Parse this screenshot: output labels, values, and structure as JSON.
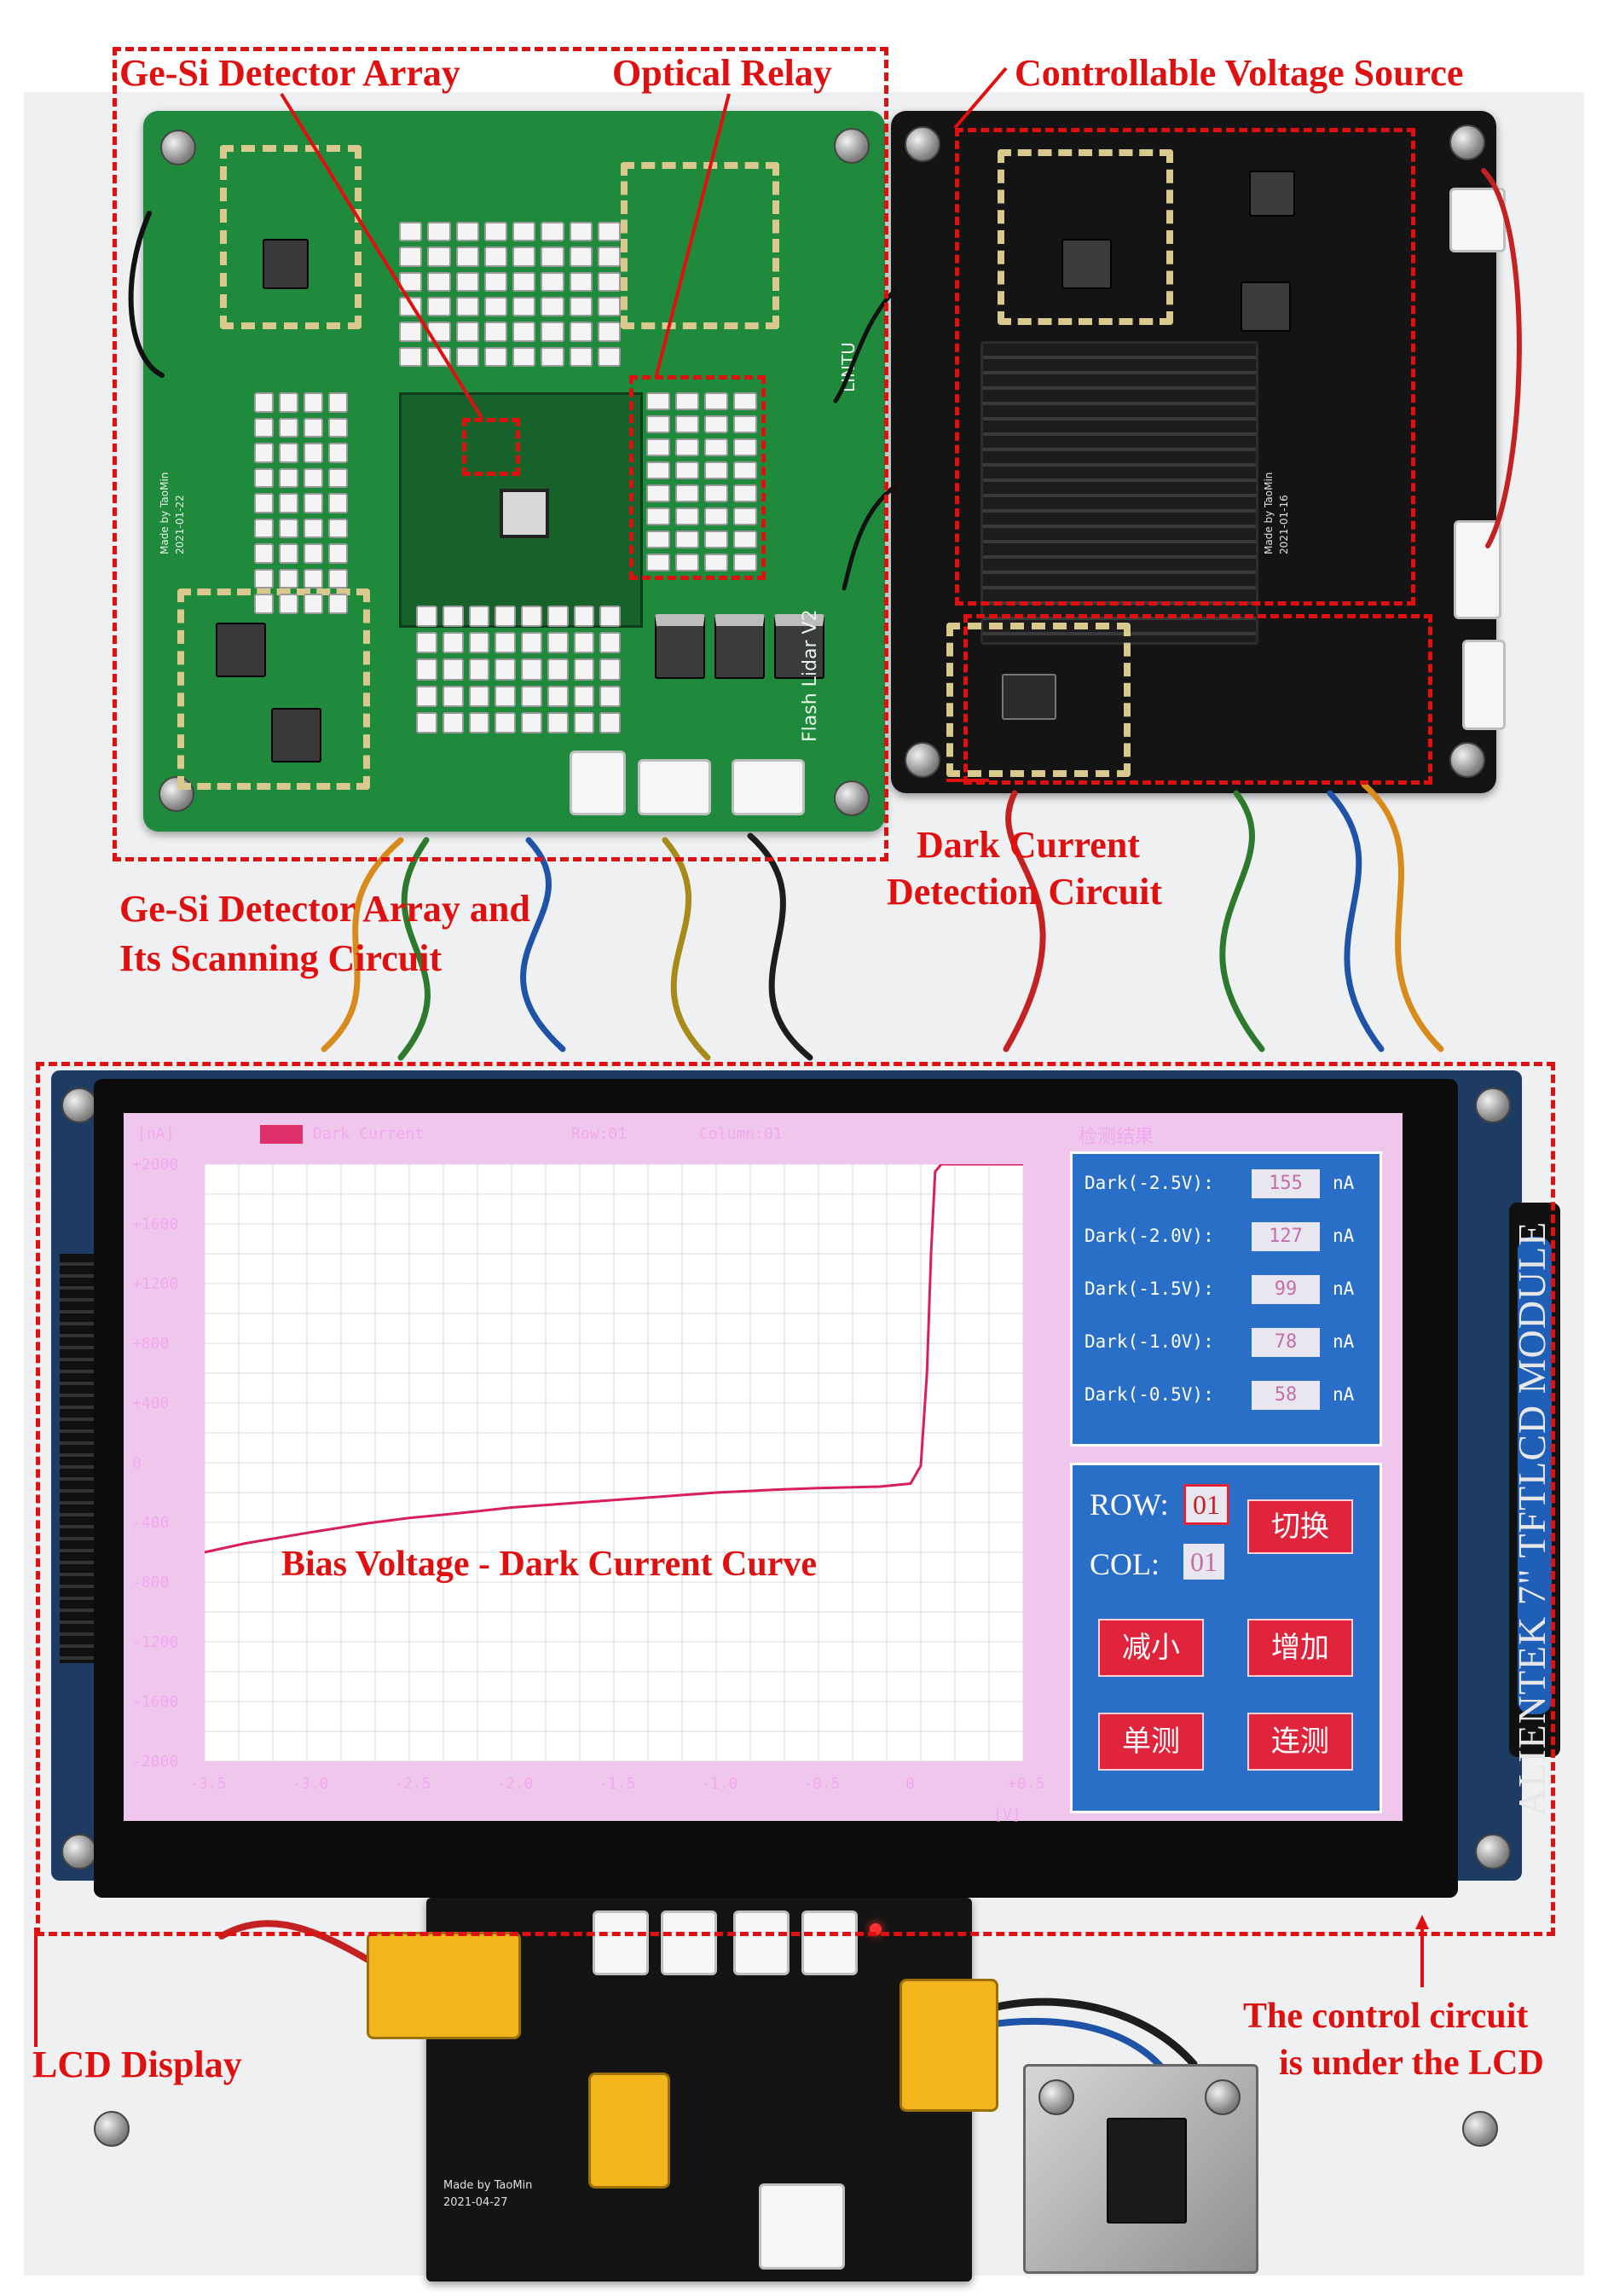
{
  "annotations": {
    "ge_si_array": "Ge-Si Detector Array",
    "optical_relay": "Optical Relay",
    "voltage_source": "Controllable Voltage Source",
    "dark_current_line1": "Dark Current",
    "dark_current_line2": "Detection Circuit",
    "scanning_line1": "Ge-Si Detector Array and",
    "scanning_line2": "Its Scanning Circuit",
    "curve_caption": "Bias Voltage - Dark Current Curve",
    "lcd_display": "LCD Display",
    "control_line1": "The control circuit",
    "control_line2": "is under the LCD"
  },
  "boards": {
    "green_silk_side": "Flash Lidar V2",
    "green_silk_top": "LINTU",
    "green_maker": "Made by TaoMin",
    "green_date": "2021-01-22",
    "black_maker": "Made by TaoMin",
    "black_date": "2021-01-16",
    "control_maker": "Made by TaoMin",
    "control_date": "2021-04-27"
  },
  "lcd": {
    "module_text": "ALIENTEK 7\" TFTLCD MODULE",
    "plot_header": {
      "legend": "Dark Current",
      "row": "Row:01",
      "column": "Column:01"
    },
    "y_unit": "[nA]",
    "x_unit": "[V]",
    "y_ticks": [
      "+2000",
      "+1600",
      "+1200",
      "+800",
      "+400",
      "0",
      "-400",
      "-800",
      "-1200",
      "-1600",
      "-2000"
    ],
    "x_ticks": [
      "-3.5",
      "-3.0",
      "-2.5",
      "-2.0",
      "-1.5",
      "-1.0",
      "-0.5",
      "0",
      "+0.5"
    ],
    "panel_title": "检测结果",
    "readings": [
      {
        "label": "Dark(-2.5V):",
        "value": "155",
        "unit": "nA"
      },
      {
        "label": "Dark(-2.0V):",
        "value": "127",
        "unit": "nA"
      },
      {
        "label": "Dark(-1.5V):",
        "value": "99",
        "unit": "nA"
      },
      {
        "label": "Dark(-1.0V):",
        "value": "78",
        "unit": "nA"
      },
      {
        "label": "Dark(-0.5V):",
        "value": "58",
        "unit": "nA"
      }
    ],
    "row_label": "ROW:",
    "row_value": "01",
    "col_label": "COL:",
    "col_value": "01",
    "buttons": {
      "switch": "切换",
      "decrease": "减小",
      "increase": "增加",
      "single": "单测",
      "continuous": "连测"
    }
  },
  "chart_data": {
    "type": "line",
    "title": "",
    "series": [
      {
        "name": "Dark Current",
        "x": [
          -3.5,
          -3.3,
          -3.0,
          -2.7,
          -2.5,
          -2.2,
          -2.0,
          -1.7,
          -1.5,
          -1.2,
          -1.0,
          -0.7,
          -0.5,
          -0.2,
          -0.05,
          0.0,
          0.03,
          0.05,
          0.07,
          0.1,
          0.5
        ],
        "y": [
          -600,
          -540,
          -470,
          -405,
          -370,
          -330,
          -300,
          -270,
          -250,
          -220,
          -200,
          -180,
          -170,
          -160,
          -140,
          -20,
          600,
          1400,
          1950,
          2000,
          2000
        ]
      }
    ],
    "xlabel": "[V]",
    "ylabel": "[nA]",
    "xlim": [
      -3.5,
      0.5
    ],
    "ylim": [
      -2000,
      2000
    ],
    "grid": true,
    "legend": "top-left"
  }
}
